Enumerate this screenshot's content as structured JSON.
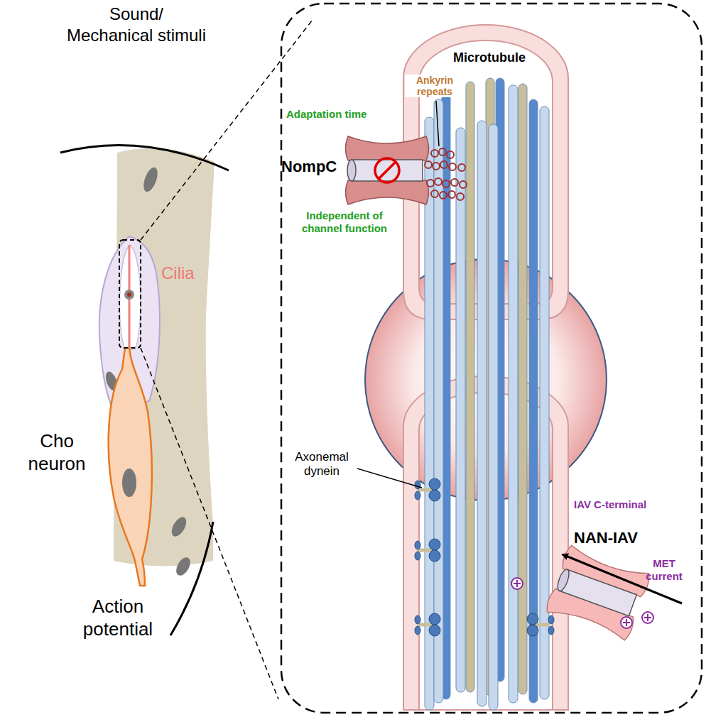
{
  "diagram": {
    "labels": [
      "Sound/ Mechanical stimuli",
      "Cilia",
      "Cho neuron",
      "Action potential",
      "Microtubule",
      "Ankyrin repeats",
      "Adaptation time",
      "NompC",
      "Independent of channel function",
      "Axonemal dynein",
      "IAV C-terminal",
      "NAN-IAV",
      "MET current"
    ]
  }
}
